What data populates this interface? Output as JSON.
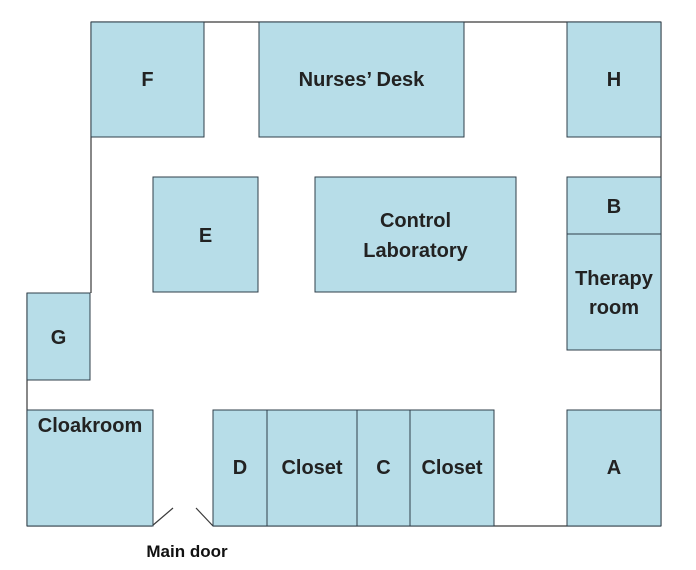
{
  "rooms": {
    "f": "F",
    "nurses_desk": "Nurses’ Desk",
    "h": "H",
    "e": "E",
    "control_lab_line1": "Control",
    "control_lab_line2": "Laboratory",
    "b": "B",
    "therapy_line1": "Therapy",
    "therapy_line2": "room",
    "g": "G",
    "cloakroom": "Cloakroom",
    "d": "D",
    "closet_1": "Closet",
    "c": "C",
    "closet_2": "Closet",
    "a": "A"
  },
  "main_door": "Main door",
  "colors": {
    "room_fill": "#b7dde8",
    "room_stroke": "#2f3f4a"
  }
}
